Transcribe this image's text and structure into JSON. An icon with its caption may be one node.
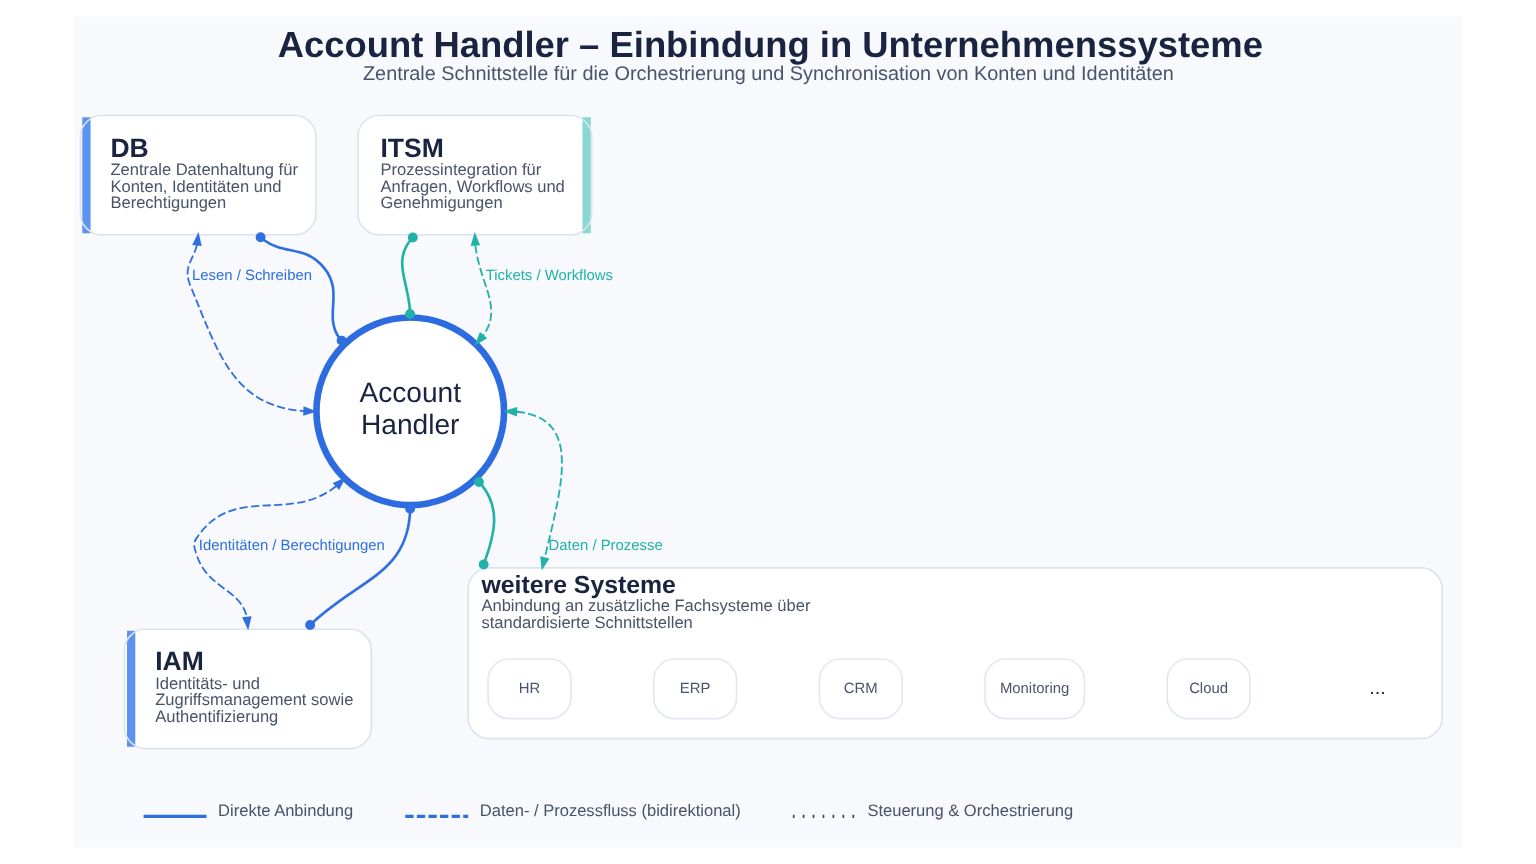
{
  "diagram": {
    "title": "Account Handler – Einbindung in Unternehmenssysteme",
    "caption": "Zentrale Schnittstelle für die Orchestrierung und Synchronisation von Konten und Identitäten",
    "nodes": [
      {
        "text": [
          "DB",
          "Zentrale Datenhaltung für Konten, Identitäten und Berechtigungen"
        ]
      },
      {
        "text": [
          "IAM",
          "Identitäts- und Zugriffsmanagement sowie Authentifizierung"
        ]
      },
      {
        "text": [
          "Account Handler"
        ]
      },
      {
        "text": [
          "ITSM",
          "Prozessintegration für Anfragen, Workflows und Genehmigungen"
        ]
      },
      {
        "text": [
          "weitere Systeme",
          "Anbindung an zusätzliche Fachsysteme über standardisierte Schnittstellen"
        ]
      },
      {
        "text": [
          "HR"
        ],
        "in": 4
      },
      {
        "text": [
          "ERP"
        ],
        "in": 4
      },
      {
        "text": [
          "CRM"
        ],
        "in": 4
      },
      {
        "text": [
          "Monitoring"
        ],
        "in": 4
      },
      {
        "text": [
          "Cloud"
        ],
        "in": 4
      }
    ],
    "edges": [
      {
        "from": 0,
        "to": 2,
        "arrow": "other",
        "color": "#2f6fe0"
      },
      {
        "from": 0,
        "to": 2,
        "arrow": "both",
        "label": "Lesen / Schreiben",
        "style": "dashed",
        "color": "#2f6fe0"
      },
      {
        "from": 2,
        "to": 1,
        "arrow": "other",
        "color": "#2f6fe0"
      },
      {
        "from": 2,
        "to": 1,
        "arrow": "both",
        "label": "Identitäten / Berechtigungen",
        "style": "dashed",
        "color": "#2f6fe0"
      },
      {
        "from": 3,
        "to": 2,
        "arrow": "other",
        "color": "#20b2a8"
      },
      {
        "from": 3,
        "to": 2,
        "arrow": "both",
        "label": "Tickets / Workflows",
        "style": "dashed",
        "color": "#20b2a8"
      },
      {
        "from": 2,
        "to": 4,
        "arrow": "other",
        "color": "#20b2a8"
      },
      {
        "from": 2,
        "to": 4,
        "arrow": "both",
        "label": "Daten / Prozesse",
        "style": "dashed",
        "color": "#20b2a8"
      }
    ],
    "labels": [
      "..."
    ],
    "legend": [
      {
        "text": "Direkte Anbindung"
      },
      {
        "text": "Daten- / Prozessfluss (bidirektional)"
      },
      {
        "text": "Steuerung & Orchestrierung"
      }
    ]
  }
}
